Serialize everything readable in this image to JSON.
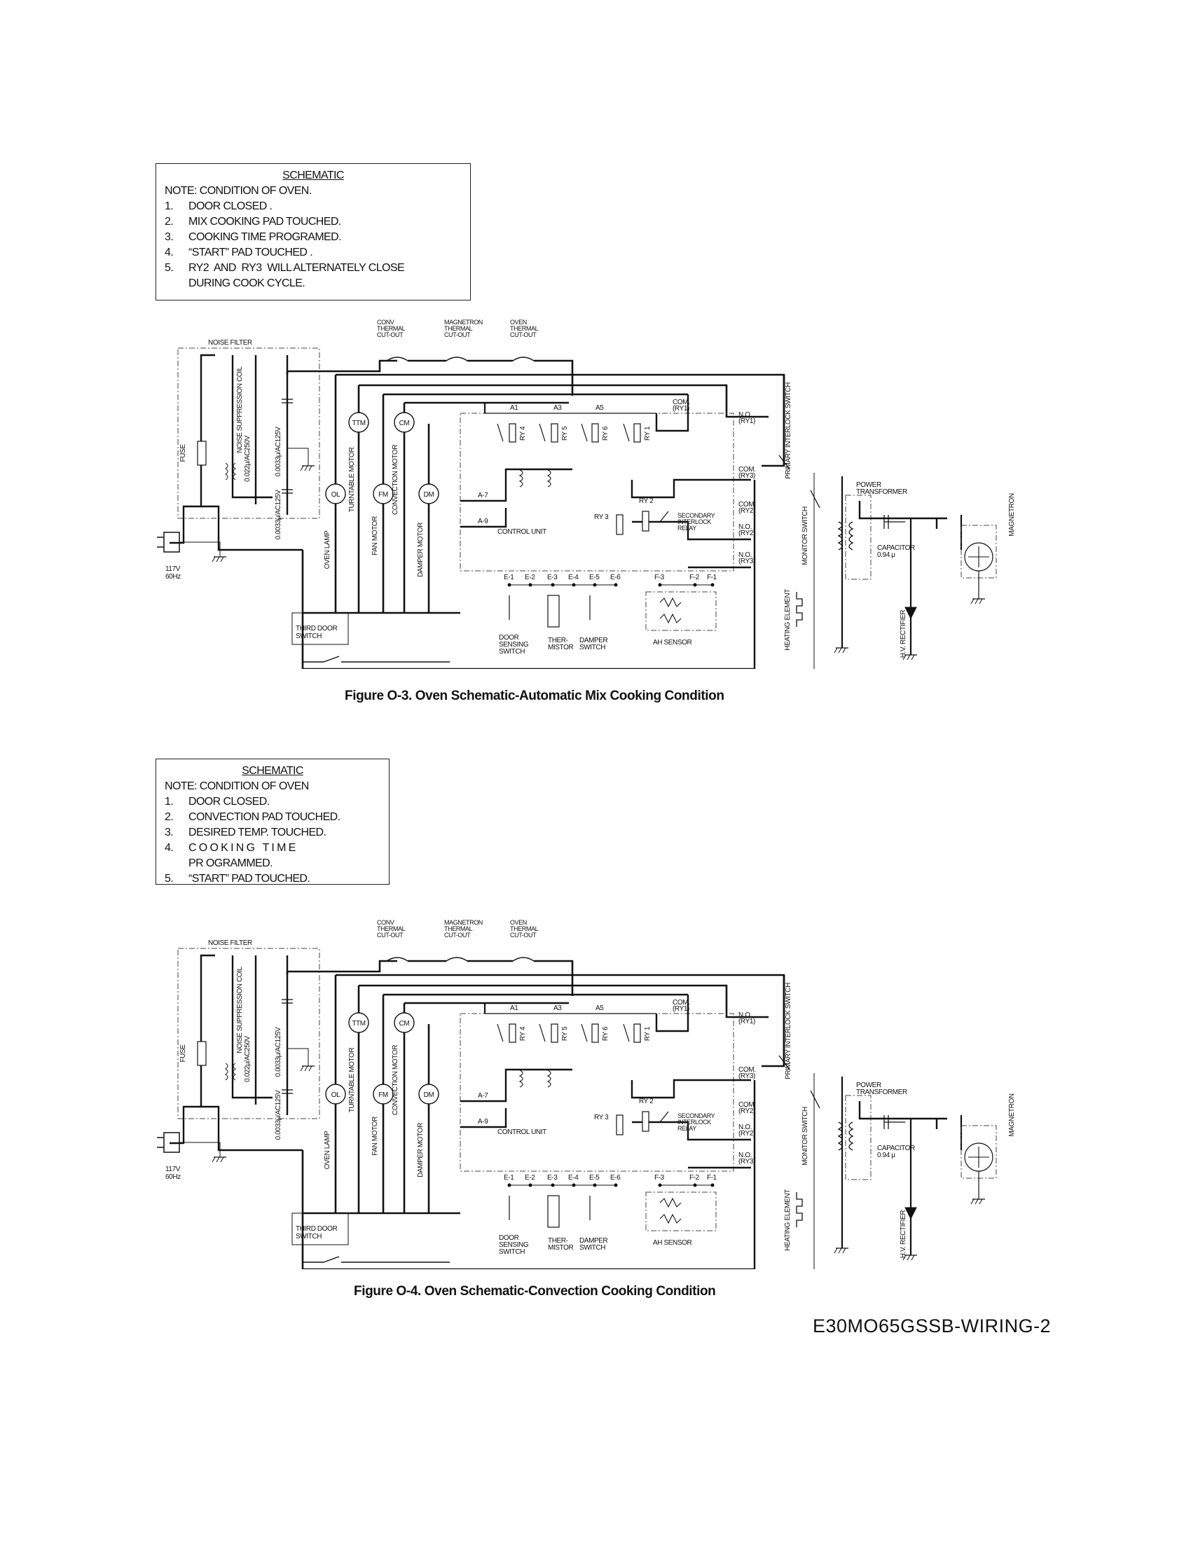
{
  "figures": [
    {
      "note": {
        "title": "SCHEMATIC",
        "header": "NOTE: CONDITION OF OVEN.",
        "items": [
          {
            "num": "1.",
            "lines": [
              "DOOR CLOSED ."
            ]
          },
          {
            "num": "2.",
            "lines": [
              "MIX COOKING PAD TOUCHED."
            ]
          },
          {
            "num": "3.",
            "lines": [
              "COOKING TIME PROGRAMED."
            ]
          },
          {
            "num": "4.",
            "lines": [
              "“START” PAD TOUCHED ."
            ]
          },
          {
            "num": "5.",
            "lines": [
              "RY2  AND  RY3  WILL ALTERNATELY CLOSE",
              "DURING COOK CYCLE."
            ]
          }
        ]
      },
      "caption": "Figure O-3.   Oven Schematic-Automatic Mix Cooking Condition"
    },
    {
      "note": {
        "title": "SCHEMATIC",
        "header": "NOTE: CONDITION OF OVEN",
        "items": [
          {
            "num": "1.",
            "lines": [
              "DOOR CLOSED."
            ]
          },
          {
            "num": "2.",
            "lines": [
              "CONVECTION PAD TOUCHED."
            ]
          },
          {
            "num": "3.",
            "lines": [
              "DESIRED TEMP. TOUCHED."
            ]
          },
          {
            "num": "4.",
            "lines": [
              "C O O K I N G   T I M E",
              "PR OGRAMMED."
            ]
          },
          {
            "num": "5.",
            "lines": [
              "“START” PAD TOUCHED."
            ]
          }
        ]
      },
      "caption": "Figure O-4.   Oven Schematic-Convection Cooking Condition"
    }
  ],
  "schematic_labels": {
    "noise_filter": "NOISE FILTER",
    "fuse": "FUSE",
    "noise_coil": "NOISE SUPPRESSION COIL",
    "cap_a": "0.0033μ/AC125V",
    "cap_b": "0.022μ/AC250V",
    "cap_c": "0.0033μ/AC125V",
    "supply_v": "117V",
    "supply_hz": "60Hz",
    "conv_cutout": [
      "CONV",
      "THERMAL",
      "CUT-OUT"
    ],
    "mag_cutout": [
      "MAGNETRON",
      "THERMAL",
      "CUT-OUT"
    ],
    "oven_cutout": [
      "OVEN",
      "THERMAL",
      "CUT-OUT"
    ],
    "ol": "OL",
    "tm": "TTM",
    "cm": "CM",
    "fm": "FM",
    "dm": "DM",
    "oven_lamp": "OVEN LAMP",
    "turntable_motor": "TURNTABLE MOTOR",
    "fan_motor": "FAN MOTOR",
    "convection_motor": "CONVECTION MOTOR",
    "damper_motor": "DAMPER MOTOR",
    "third_door_switch": [
      "THIRD DOOR",
      "SWITCH"
    ],
    "a1": "A1",
    "a3": "A3",
    "a5": "A5",
    "a7": "A-7",
    "a9": "A-9",
    "ry4": "RY 4",
    "ry5": "RY 5",
    "ry6": "RY 6",
    "ry1": "RY 1",
    "ry2": "RY 2",
    "ry3": "RY 3",
    "control_unit": "CONTROL UNIT",
    "secondary_interlock": [
      "SECONDARY",
      "INTERLOCK",
      "RELAY"
    ],
    "com_ry1": [
      "COM.",
      "(RY1)"
    ],
    "no_ry1": [
      "N.O.",
      "(RY1)"
    ],
    "com_ry3": [
      "COM.",
      "(RY3)"
    ],
    "com_ry2": [
      "COM.",
      "(RY2)"
    ],
    "no_ry2": [
      "N.O.",
      "(RY2)"
    ],
    "no_ry3": [
      "N.O.",
      "(RY3)"
    ],
    "e_terms": [
      "E-1",
      "E-2",
      "E-3",
      "E-4",
      "E-5",
      "E-6"
    ],
    "f_terms": [
      "F-3",
      "F-2",
      "F-1"
    ],
    "door_sensing": [
      "DOOR",
      "SENSING",
      "SWITCH"
    ],
    "thermistor": [
      "THER-",
      "MISTOR"
    ],
    "damper_switch": [
      "DAMPER",
      "SWITCH"
    ],
    "ah_sensor": "AH SENSOR",
    "primary_interlock": "PRIMARY INTERLOCK SWITCH",
    "monitor_switch": "MONITOR SWITCH",
    "heating_element": "HEATING ELEMENT",
    "power_transformer": [
      "POWER",
      "TRANSFORMER"
    ],
    "capacitor": [
      "CAPACITOR",
      "0.94 μ"
    ],
    "hv_rectifier": "H.V. RECTIFIER",
    "magnetron": "MAGNETRON"
  },
  "doc_id": "E30MO65GSSB-WIRING-2"
}
